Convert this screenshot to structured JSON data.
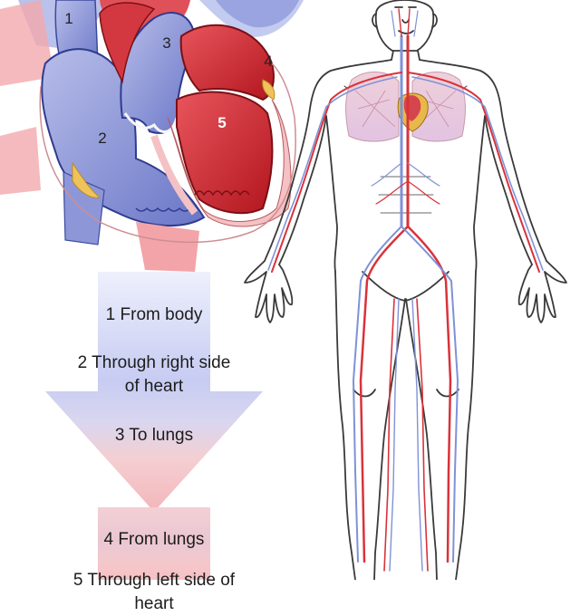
{
  "heart_markers": [
    "1",
    "2",
    "3",
    "4",
    "5"
  ],
  "steps": [
    {
      "number": "1",
      "text": "From body"
    },
    {
      "number": "2",
      "text": "Through right side of heart"
    },
    {
      "number": "3",
      "text": "To lungs"
    },
    {
      "number": "4",
      "text": "From lungs"
    },
    {
      "number": "5",
      "text": "Through left side of heart"
    }
  ],
  "colors": {
    "deoxygenated": "#8a96d8",
    "deoxygenated_dark": "#4c5bb0",
    "oxygenated": "#d9323a",
    "oxygenated_dark": "#a8141c",
    "arrow_top": "#dfe1f8",
    "arrow_bottom": "#f7c6c8",
    "skin_outline": "#3a3a3a",
    "background": "#ffffff"
  }
}
